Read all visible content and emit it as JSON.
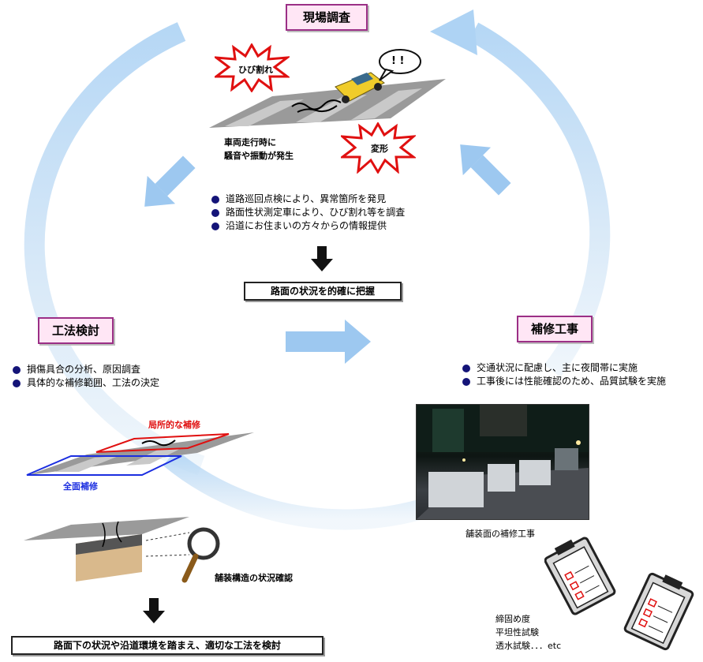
{
  "stages": {
    "survey": {
      "title": "現場調査"
    },
    "method": {
      "title": "工法検討"
    },
    "repair": {
      "title": "補修工事"
    }
  },
  "survey": {
    "crack_label": "ひび割れ",
    "bubble": "! !",
    "deform_label": "変形",
    "vehicle_note": [
      "車両走行時に",
      "騒音や振動が発生"
    ],
    "bullets": [
      "道路巡回点検により、異常箇所を発見",
      "路面性状測定車により、ひび割れ等を調査",
      "沿道にお住まいの方々からの情報提供"
    ],
    "result": "路面の状況を的確に把握"
  },
  "method": {
    "bullets": [
      "損傷具合の分析、原因調査",
      "具体的な補修範囲、工法の決定"
    ],
    "local_repair": "局所的な補修",
    "full_repair": "全面補修",
    "structure_check": "舗装構造の状況確認",
    "result": "路面下の状況や沿道環境を踏まえ、適切な工法を検討"
  },
  "repair": {
    "bullets": [
      "交通状況に配慮し、主に夜間帯に実施",
      "工事後には性能確認のため、品質試験を実施"
    ],
    "photo_caption": "舗装面の補修工事",
    "tests": [
      "締固め度",
      "平坦性試験",
      "透水試験．．．etc"
    ]
  },
  "colors": {
    "cycle_arrow": "#9dc8f0",
    "box_fill": "#ffe6f5",
    "box_border": "#9b2f86",
    "bullet": "#141478",
    "local_repair": "#e01010",
    "full_repair": "#1b2ee0"
  }
}
